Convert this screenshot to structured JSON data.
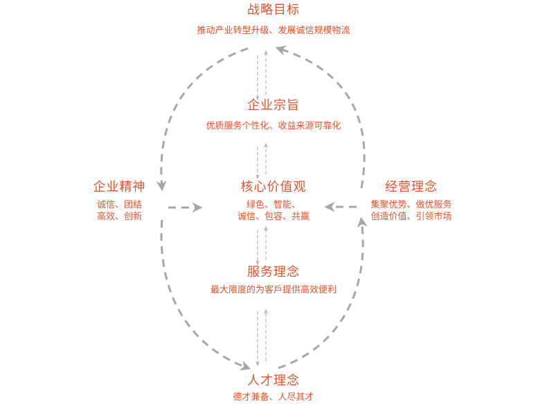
{
  "nodes": {
    "strategic_goal": {
      "title": "战略目标",
      "desc": "推动产业转型升级、发展诚信规模物流"
    },
    "enterprise_purpose": {
      "title": "企业宗旨",
      "desc": "优质服务个性化、收益来源可靠化"
    },
    "core_values": {
      "title": "核心价值观",
      "desc_line1": "绿色、智能、",
      "desc_line2": "诚信、包容、共赢"
    },
    "enterprise_spirit": {
      "title": "企业精神",
      "desc_line1": "诚信、团结",
      "desc_line2": "高效、创新"
    },
    "business_philosophy": {
      "title": "经营理念",
      "desc_line1": "集聚优势、做优服务",
      "desc_line2": "创造价值、引领市场"
    },
    "service_philosophy": {
      "title": "服务理念",
      "desc": "最大限度的为客戶提供高效便利"
    },
    "talent_philosophy": {
      "title": "人才理念",
      "desc": "德才兼备、人尽其才"
    }
  },
  "colors": {
    "text": "#e8522a",
    "arrow": "#a6a6a6",
    "thin_arrow": "#b5b5b5"
  }
}
